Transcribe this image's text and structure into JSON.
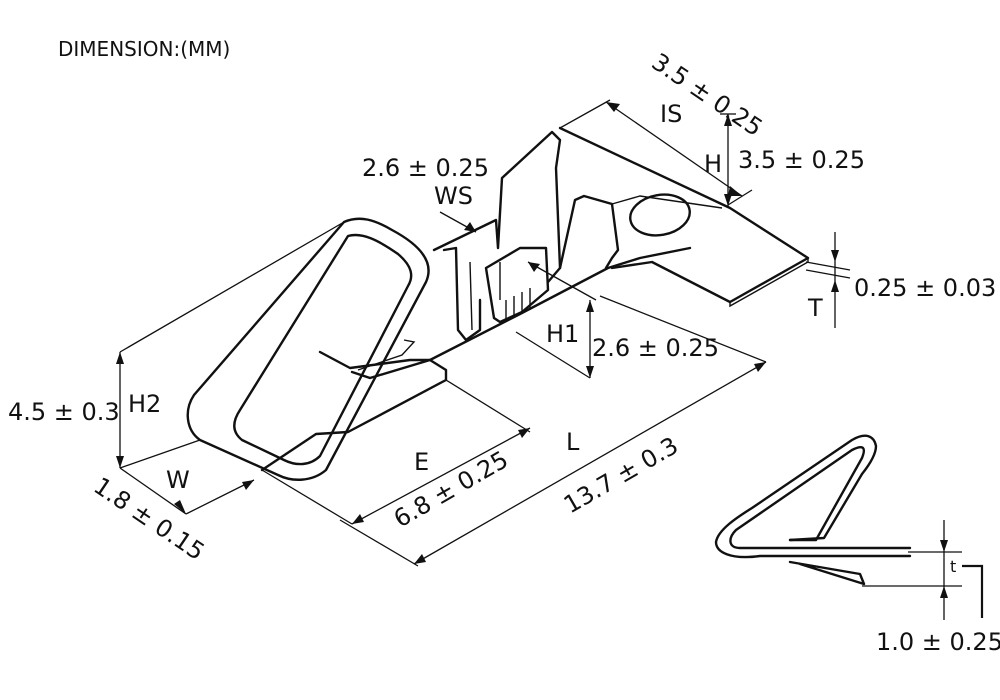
{
  "header": "DIMENSION:(MM)",
  "dimensions": {
    "IS": {
      "label": "IS",
      "value": "3.5 ± 0.25"
    },
    "H": {
      "label": "H",
      "value": "3.5 ± 0.25"
    },
    "WS": {
      "label": "WS",
      "value": "2.6 ± 0.25"
    },
    "T": {
      "label": "T",
      "value": "0.25 ± 0.03"
    },
    "H1": {
      "label": "H1",
      "value": "2.6 ± 0.25"
    },
    "H2": {
      "label": "H2",
      "value": "4.5 ± 0.3"
    },
    "W": {
      "label": "W",
      "value": "1.8 ± 0.15"
    },
    "E": {
      "label": "E",
      "value": "6.8 ± 0.25"
    },
    "L": {
      "label": "L",
      "value": "13.7 ± 0.3"
    },
    "t": {
      "label": "t",
      "value": "1.0 ± 0.25"
    }
  }
}
